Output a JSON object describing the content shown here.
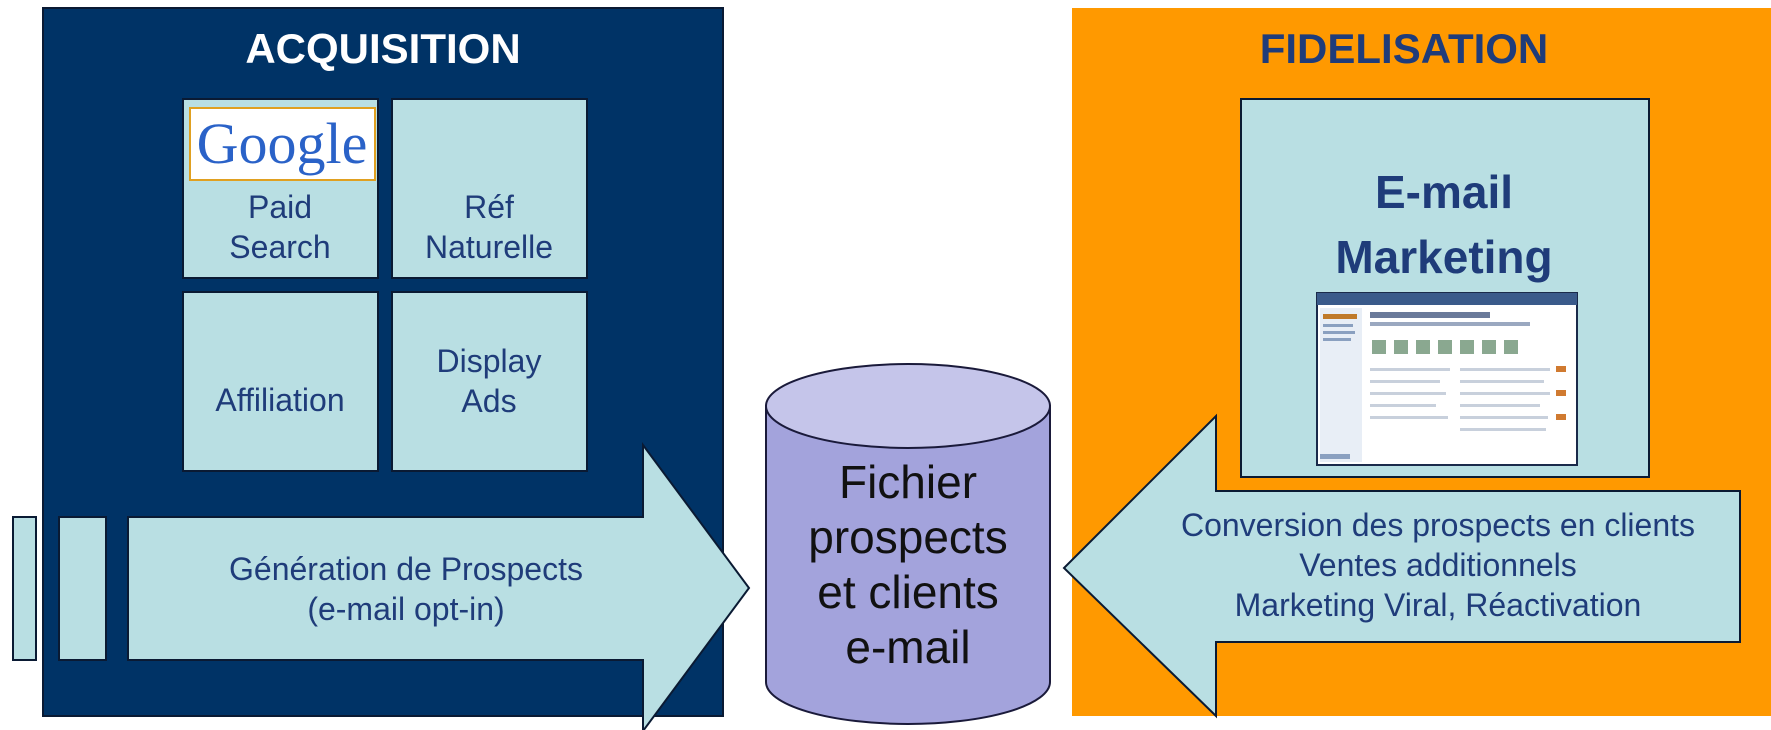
{
  "acquisition": {
    "title": "ACQUISITION",
    "tiles": {
      "paid_search": {
        "logo_text": "Google",
        "line1": "Paid",
        "line2": "Search"
      },
      "ref_naturelle": {
        "line1": "Réf",
        "line2": "Naturelle"
      },
      "affiliation": {
        "line1": "Affiliation"
      },
      "display_ads": {
        "line1": "Display",
        "line2": "Ads"
      }
    },
    "arrow": {
      "line1": "Génération de Prospects",
      "line2": "(e-mail opt-in)"
    }
  },
  "database": {
    "line1": "Fichier",
    "line2": "prospects",
    "line3": "et clients",
    "line4": "e-mail"
  },
  "fidelisation": {
    "title": "FIDELISATION",
    "email_box": {
      "line1": "E-mail",
      "line2": "Marketing"
    },
    "arrow": {
      "line1": "Conversion des prospects en clients",
      "line2": "Ventes additionnels",
      "line3": "Marketing Viral, Réactivation"
    }
  },
  "colors": {
    "navy": "#003366",
    "orange": "#FF9900",
    "light_teal": "#B9DFE3",
    "text_blue": "#1F3C7A",
    "cylinder": "#A3A3DC",
    "cylinder_top": "#C5C5EA"
  }
}
